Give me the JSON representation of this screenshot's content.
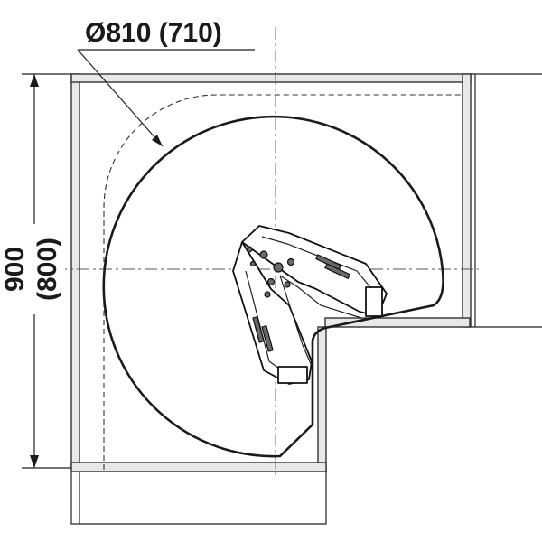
{
  "dimensions": {
    "diameter_label": "Ø810 (710)",
    "height_primary": "900",
    "height_secondary": "(800)"
  },
  "colors": {
    "line": "#1a1a1a",
    "panel_fill": "#e8e8e8",
    "background": "#ffffff"
  }
}
